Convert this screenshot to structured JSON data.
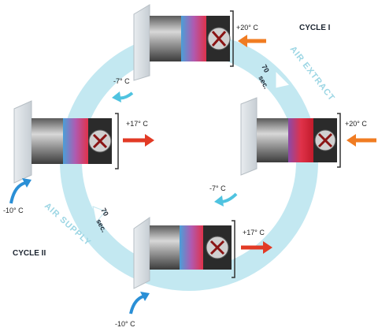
{
  "cycles": {
    "cycle1": "CYCLE I",
    "cycle2": "CYCLE II"
  },
  "arcs": {
    "extract": "AIR EXTRACT",
    "supply": "AIR SUPPLY"
  },
  "duration": {
    "extract_value": "70",
    "extract_unit": "sec.",
    "supply_value": "70",
    "supply_unit": "sec."
  },
  "temperatures": {
    "top_in": "+20° C",
    "top_out": "-7° C",
    "right_in": "+20° C",
    "right_out": "-7° C",
    "left_out": "+17° C",
    "left_in": "-10° C",
    "bottom_out": "+17° C",
    "bottom_in": "-10° C"
  },
  "colors": {
    "ring": "#b9e4ee",
    "warm_arrow": "#f07c22",
    "red_arrow": "#e23a25",
    "cold_arrow": "#2a8fd6",
    "cyan_arrow": "#4fc3e0"
  }
}
